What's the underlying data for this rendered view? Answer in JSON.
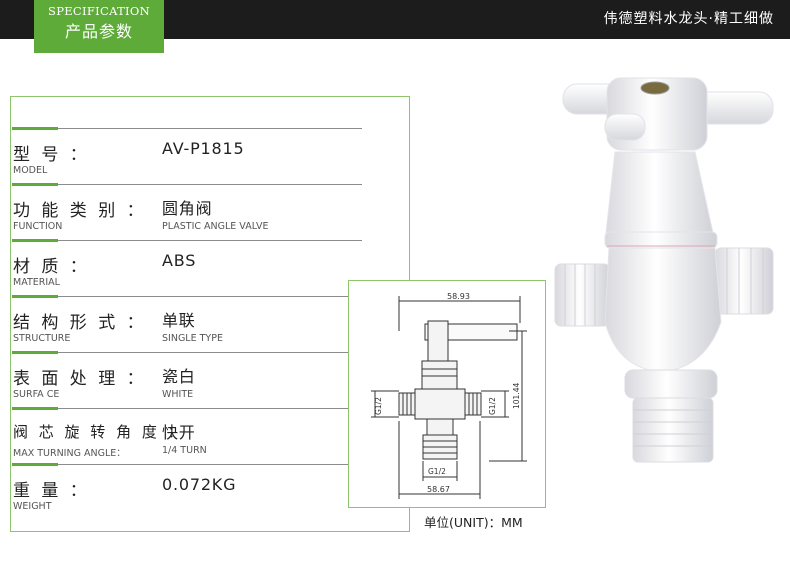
{
  "header": {
    "tab_en": "SPECIFICATION",
    "tab_cn": "产品参数",
    "brand_text": "伟德塑料水龙头·精工细做"
  },
  "specs": [
    {
      "label_cn": "型 号 ：",
      "label_en": "MODEL",
      "value": "AV-P1815",
      "value_en": ""
    },
    {
      "label_cn": "功 能 类 别 ：",
      "label_en": "FUNCTION",
      "value": "圆角阀",
      "value_en": "PLASTIC ANGLE VALVE"
    },
    {
      "label_cn": "材 质 ：",
      "label_en": "MATERIAL",
      "value": "ABS",
      "value_en": ""
    },
    {
      "label_cn": "结 构 形 式 ：",
      "label_en": "STRUCTURE",
      "value": "单联",
      "value_en": "SINGLE TYPE"
    },
    {
      "label_cn": "表 面 处 理 ：",
      "label_en": "SURFA CE",
      "value": "瓷白",
      "value_en": "WHITE"
    },
    {
      "label_cn": "阀 芯 旋 转 角 度 ：",
      "label_en": "MAX TURNING ANGLE：",
      "value": "快开",
      "value_en": "1/4 TURN"
    },
    {
      "label_cn": "重 量 ：",
      "label_en": "WEIGHT",
      "value": "0.072KG",
      "value_en": ""
    }
  ],
  "diagram": {
    "dim_top": "58.93",
    "dim_height": "101.44",
    "dim_bottom": "58.67",
    "thread_left": "G1/2",
    "thread_right": "G1/2",
    "thread_bottom": "G1/2"
  },
  "unit_label": "单位(UNIT)：MM",
  "colors": {
    "accent": "#5eab3a",
    "frame": "#8cc56a",
    "topbar": "#1c1c1c"
  }
}
